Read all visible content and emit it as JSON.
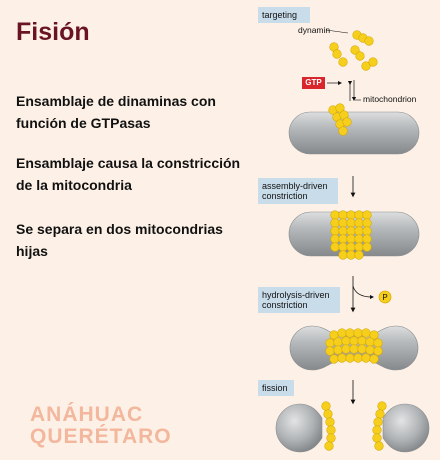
{
  "title": "Fisión",
  "steps": [
    "Ensamblaje de dinaminas con función de GTPasas",
    "Ensamblaje causa la constricción de la mitocondria",
    "Se separa en dos mitocondrias hijas"
  ],
  "logo": [
    "ANÁHUAC",
    "QUERÉTARO"
  ],
  "diagram": {
    "stages": [
      "targeting",
      "assembly-driven constriction",
      "hydrolysis-driven constriction",
      "fission"
    ],
    "labels": {
      "dynamin": "dynamin",
      "gtp": "GTP",
      "mitochondrion": "mitochondrion",
      "phosphate": "P"
    }
  },
  "colors": {
    "title": "#6a1423",
    "dynamin": "#f6cf1c",
    "mitochondrion": "#a9acae",
    "label_box": "#c9dcea",
    "gtp": "#d9262c",
    "logo": "#f2b79d"
  }
}
